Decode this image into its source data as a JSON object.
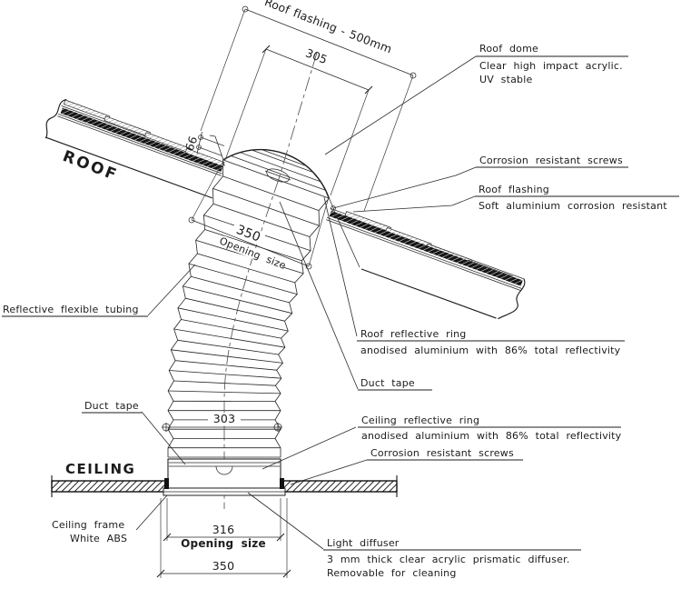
{
  "labels": {
    "roof": "ROOF",
    "ceiling": "CEILING",
    "reflective_tubing": "Reflective flexible tubing",
    "duct_tape_left": "Duct tape",
    "ceiling_frame_line1": "Ceiling frame",
    "ceiling_frame_line2": "White ABS",
    "roof_dome_title": "Roof dome",
    "roof_dome_desc1": "Clear high impact acrylic.",
    "roof_dome_desc2": "UV stable",
    "screws_top": "Corrosion resistant screws",
    "roof_flashing_title": "Roof flashing",
    "roof_flashing_desc": "Soft aluminium corrosion resistant",
    "roof_ring_title": "Roof reflective ring",
    "roof_ring_desc": "anodised aluminium with 86% total reflectivity",
    "duct_tape_right": "Duct tape",
    "ceiling_ring_title": "Ceiling reflective ring",
    "ceiling_ring_desc": "anodised aluminium with 86% total reflectivity",
    "screws_bottom": "Corrosion resistant screws",
    "diffuser_title": "Light diffuser",
    "diffuser_desc1": "3 mm thick clear acrylic prismatic diffuser.",
    "diffuser_desc2": "Removable for cleaning"
  },
  "dimensions": {
    "flashing": "Roof flashing - 500mm",
    "dome_top": "305",
    "upstand": "66",
    "roof_opening_value": "350",
    "roof_opening_caption": "Opening size",
    "tube": "303",
    "ceiling_opening_value": "316",
    "ceiling_opening_caption": "Opening size",
    "frame_overall": "350"
  }
}
